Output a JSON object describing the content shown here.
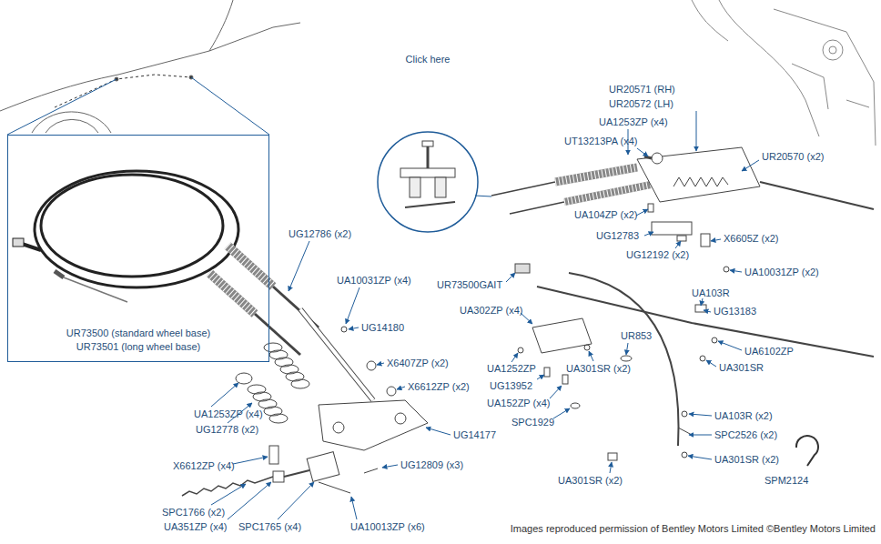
{
  "diagram": {
    "caption": "Images reproduced permission of Bentley Motors Limited ©Bentley Motors Limited",
    "nodes": [
      {
        "text": [
          "UR73500 (standard wheel base)",
          "UR73501 (long wheel base)"
        ]
      },
      {
        "text": [
          "Click here"
        ]
      }
    ],
    "labels": [
      "UR20571 (RH)",
      "UR20572 (LH)",
      "UA1253ZP (x4)",
      "UT13213PA (x4)",
      "UR20570 (x2)",
      "UA104ZP (x2)",
      "UG12783",
      "UG12192 (x2)",
      "X6605Z (x2)",
      "UA10031ZP (x2)",
      "UR73500GAIT",
      "UA103R",
      "UG13183",
      "UA302ZP (x4)",
      "UR853",
      "UA6102ZP",
      "UA301SR",
      "UA1252ZP",
      "UA301SR (x2)",
      "UG13952",
      "UA152ZP (x4)",
      "SPC1929",
      "UA103R (x2)",
      "SPC2526 (x2)",
      "UA301SR (x2)",
      "UA301SR (x2)",
      "SPM2124",
      "UG12786 (x2)",
      "UA10031ZP (x4)",
      "UG14180",
      "X6407ZP (x2)",
      "X6612ZP (x2)",
      "UA1253ZP (x4)",
      "UG12778 (x2)",
      "UG14177",
      "X6612ZP (x4)",
      "UG12809 (x3)",
      "SPC1766 (x2)",
      "UA351ZP (x4)",
      "SPC1765 (x4)",
      "UA10013ZP (x6)"
    ]
  }
}
